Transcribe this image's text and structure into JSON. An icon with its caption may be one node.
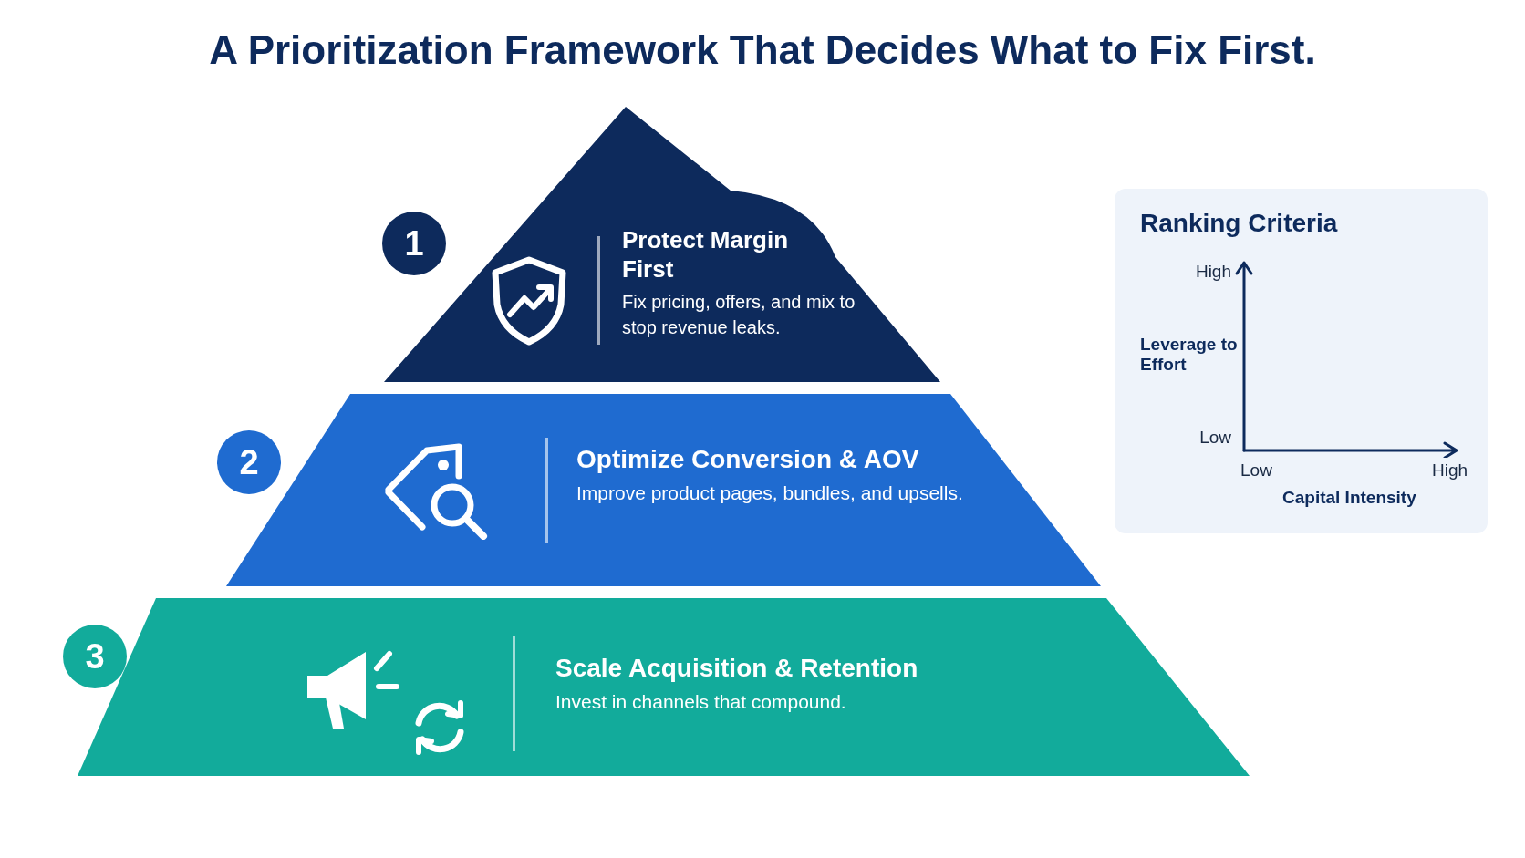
{
  "diagram": {
    "title": "A Prioritization Framework That Decides What to Fix First.",
    "nodes": [
      {
        "text": [
          "Protect Margin First",
          "Fix pricing, offers, and mix to stop revenue leaks."
        ]
      },
      {
        "text": [
          "Optimize Conversion & AOV",
          "Improve product pages, bundles, and upsells."
        ]
      },
      {
        "text": [
          "Scale Acquisition & Retention",
          "Invest in channels that compound."
        ]
      },
      {
        "text": [
          "1"
        ]
      },
      {
        "text": [
          "2"
        ]
      },
      {
        "text": [
          "3"
        ]
      },
      {
        "text": [
          "Ranking Criteria"
        ]
      }
    ],
    "edges": [],
    "labels": [
      "High",
      "Leverage to Effort",
      "Low",
      "Low",
      "High",
      "Capital Intensity"
    ]
  }
}
